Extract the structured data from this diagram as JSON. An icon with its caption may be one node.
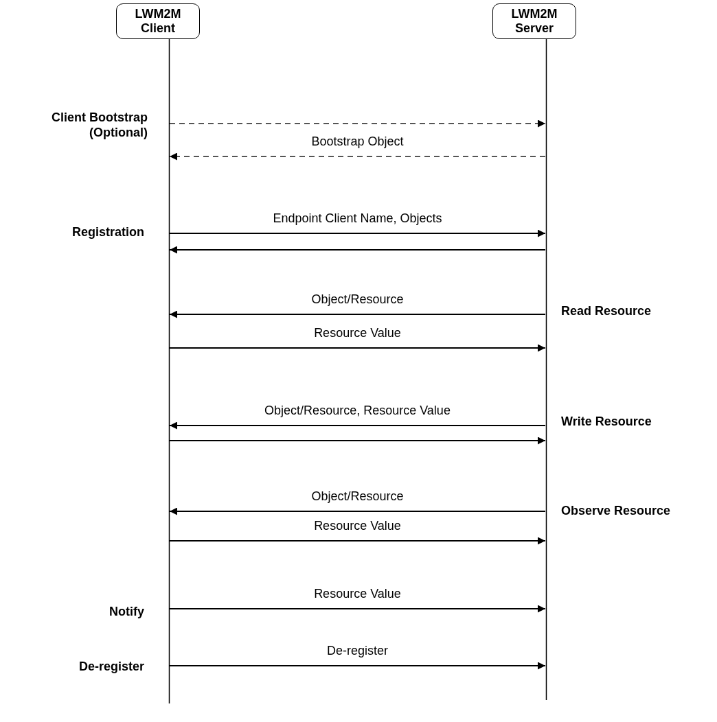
{
  "diagram": {
    "nodes": [
      {
        "text": [
          "LWM2M Client"
        ]
      },
      {
        "text": [
          "LWM2M Server"
        ]
      }
    ],
    "edges": [
      {
        "from": 0,
        "to": 1,
        "arrow": "to",
        "style": "dashed"
      },
      {
        "from": 1,
        "to": 0,
        "arrow": "to",
        "style": "dashed",
        "label": "Bootstrap Object"
      },
      {
        "from": 0,
        "to": 1,
        "arrow": "to",
        "label": "Endpoint Client Name, Objects"
      },
      {
        "from": 1,
        "to": 0,
        "arrow": "to"
      },
      {
        "from": 1,
        "to": 0,
        "arrow": "to",
        "label": "Object/Resource"
      },
      {
        "from": 0,
        "to": 1,
        "arrow": "to",
        "label": "Resource Value"
      },
      {
        "from": 1,
        "to": 0,
        "arrow": "to",
        "label": "Object/Resource, Resource Value"
      },
      {
        "from": 0,
        "to": 1,
        "arrow": "to"
      },
      {
        "from": 1,
        "to": 0,
        "arrow": "to",
        "label": "Object/Resource"
      },
      {
        "from": 0,
        "to": 1,
        "arrow": "to",
        "label": "Resource Value"
      },
      {
        "from": 0,
        "to": 1,
        "arrow": "to",
        "label": "Resource Value"
      },
      {
        "from": 0,
        "to": 1,
        "arrow": "to",
        "label": "De-register"
      }
    ],
    "labels": [
      "Client Bootstrap (Optional)",
      "Registration",
      "Read Resource",
      "Write Resource",
      "Observe Resource",
      "Notify",
      "De-register"
    ]
  }
}
